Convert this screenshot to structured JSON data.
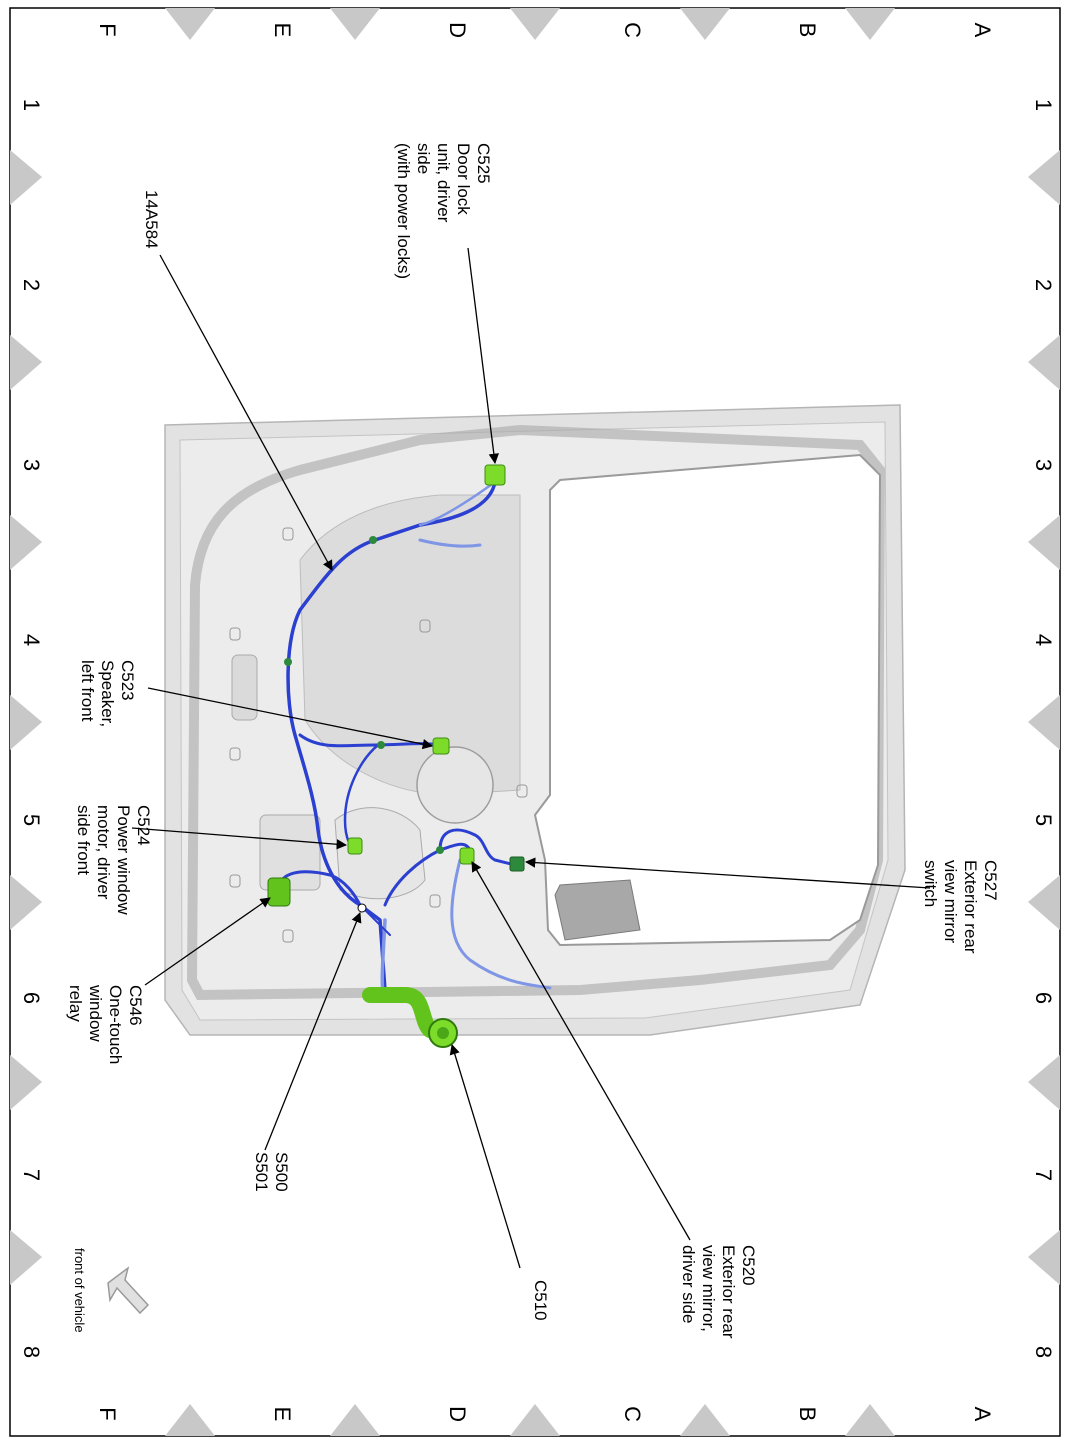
{
  "grid": {
    "rows": [
      "A",
      "B",
      "C",
      "D",
      "E",
      "F"
    ],
    "cols": [
      "1",
      "2",
      "3",
      "4",
      "5",
      "6",
      "7",
      "8"
    ]
  },
  "components": {
    "c525": {
      "id": "C525",
      "lines": [
        "Door lock",
        "unit, driver",
        "side",
        "(with power locks)"
      ]
    },
    "harness": {
      "id": "14A584"
    },
    "c523": {
      "id": "C523",
      "lines": [
        "Speaker,",
        "left front"
      ]
    },
    "c524": {
      "id": "C524",
      "lines": [
        "Power window",
        "motor, driver",
        "side front"
      ]
    },
    "c546": {
      "id": "C546",
      "lines": [
        "One-touch",
        "window",
        "relay"
      ]
    },
    "s500": {
      "id": "S500"
    },
    "s501": {
      "id": "S501"
    },
    "c510": {
      "id": "C510"
    },
    "c520": {
      "id": "C520",
      "lines": [
        "Exterior rear",
        "view mirror,",
        "driver side"
      ]
    },
    "c527": {
      "id": "C527",
      "lines": [
        "Exterior rear",
        "view mirror",
        "switch"
      ]
    }
  },
  "orientation": {
    "label": "front of vehicle"
  },
  "colors": {
    "harness": "#2b3fd0",
    "harness_light": "#7f95e6",
    "connector": "#7ddc2a",
    "panel": "#e4e4e4",
    "marker": "#c8c8c8"
  }
}
